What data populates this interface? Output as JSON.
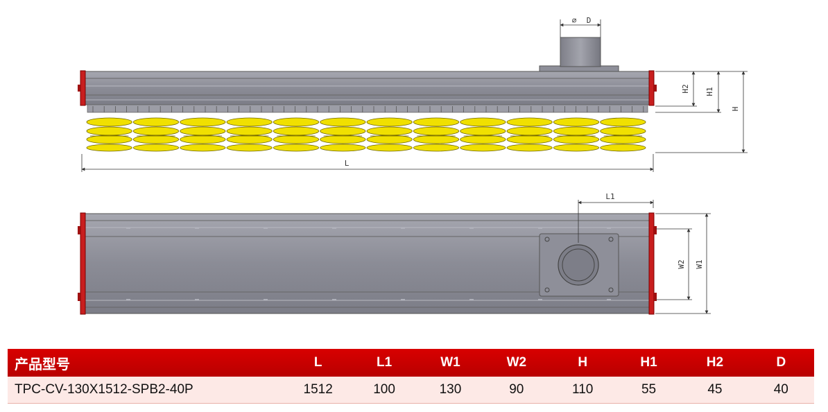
{
  "dimension_labels": {
    "D": "D",
    "L": "L",
    "L1": "L1",
    "H": "H",
    "H1": "H1",
    "H2": "H2",
    "W1": "W1",
    "W2": "W2"
  },
  "table": {
    "headers": [
      "产品型号",
      "L",
      "L1",
      "W1",
      "W2",
      "H",
      "H1",
      "H2",
      "D"
    ],
    "rows": [
      [
        "TPC-CV-130X1512-SPB2-40P",
        "1512",
        "100",
        "130",
        "90",
        "110",
        "55",
        "45",
        "40"
      ]
    ]
  },
  "colors": {
    "header_bg": "#c80000",
    "row_bg": "#fde9e6",
    "body_gray": "#8e8f99",
    "end_cap_red": "#c81e1e",
    "suction_cup_yellow": "#f0e000"
  }
}
